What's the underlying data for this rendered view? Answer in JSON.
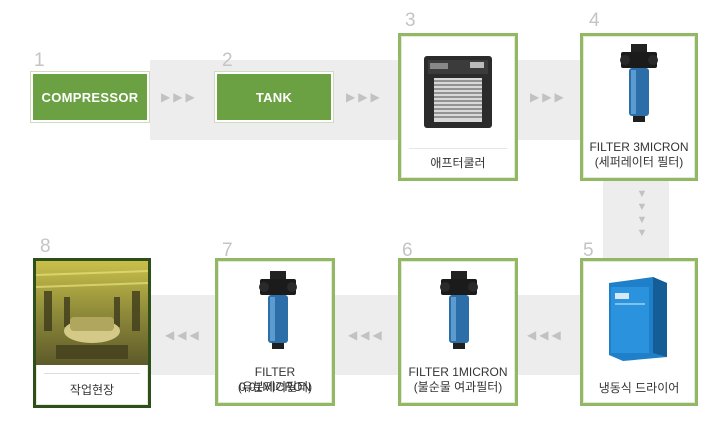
{
  "steps": [
    {
      "num": "1",
      "label": "COMPRESSOR"
    },
    {
      "num": "2",
      "label": "TANK"
    },
    {
      "num": "3",
      "label": "애프터쿨러"
    },
    {
      "num": "4",
      "label_line1": "FILTER 3MICRON",
      "label_line2": "(세퍼레이터 필터)"
    },
    {
      "num": "5",
      "label": "냉동식 드라이어"
    },
    {
      "num": "6",
      "label_line1": "FILTER 1MICRON",
      "label_line2": "(불순물 여과필터)"
    },
    {
      "num": "7",
      "label_line1": "FILTER 0.01MICRON",
      "label_line2": "(유분제거필터)"
    },
    {
      "num": "8",
      "label": "작업현장"
    }
  ],
  "arrows": {
    "right": "▶▶▶",
    "left": "◀◀◀",
    "down": "▼"
  },
  "colors": {
    "accent": "#6ba143",
    "border": "#92b765",
    "band": "#ededed",
    "arrow": "#c2c2c2"
  }
}
